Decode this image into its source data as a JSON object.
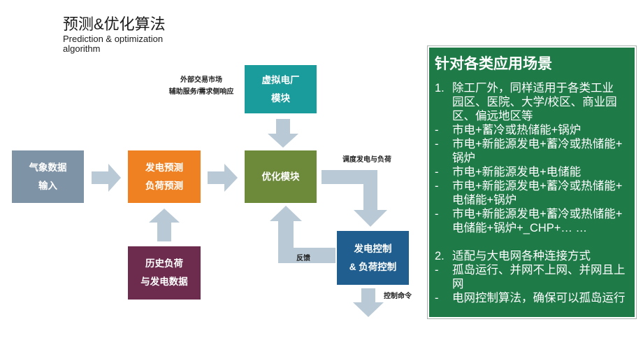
{
  "title": "预测&优化算法",
  "subtitle": "Prediction & optimization algorithm",
  "diagram": {
    "arrow_color": "#b9c9d5",
    "market_labels": [
      "外部交易市场",
      "辅助服务/需求侧响应"
    ],
    "boxes": {
      "weather": {
        "lines": [
          "气象数据",
          "输入"
        ],
        "color": "#7f93a6"
      },
      "forecast": {
        "lines": [
          "发电预测",
          "负荷预测"
        ],
        "color": "#f08122"
      },
      "optimization": {
        "lines": [
          "优化模块"
        ],
        "color": "#6c8a3a"
      },
      "vpp": {
        "lines": [
          "虚拟电厂",
          "模块"
        ],
        "color": "#1a9b9c"
      },
      "history": {
        "lines": [
          "历史负荷",
          "与发电数据"
        ],
        "color": "#6d2b4e"
      },
      "control": {
        "lines": [
          "发电控制",
          "& 负荷控制"
        ],
        "color": "#1f5e8e"
      }
    },
    "arrow_labels": {
      "dispatch": "调度发电与负荷",
      "feedback": "反馈",
      "command": "控制命令"
    }
  },
  "panel": {
    "title": "针对各类应用场景",
    "background": "#1e7a47",
    "items": [
      {
        "marker": "1.",
        "lines": [
          "除工厂外，同样适用于各类工业",
          "园区、医院、大学/校区、商业园",
          "区、偏远地区等"
        ]
      },
      {
        "marker": "-",
        "lines": [
          "市电+蓄冷或热储能+锅炉"
        ]
      },
      {
        "marker": "-",
        "lines": [
          "市电+新能源发电+蓄冷或热储能+",
          "锅炉"
        ]
      },
      {
        "marker": "-",
        "lines": [
          "市电+新能源发电+电储能"
        ]
      },
      {
        "marker": "-",
        "lines": [
          "市电+新能源发电+蓄冷或热储能+",
          "电储能+锅炉"
        ]
      },
      {
        "marker": "-",
        "lines": [
          "市电+新能源发电+蓄冷或热储能+",
          "电储能+锅炉+_CHP+… …"
        ]
      },
      {
        "marker": "2.",
        "lines": [
          "适配与大电网各种连接方式"
        ]
      },
      {
        "marker": "-",
        "lines": [
          "孤岛运行、并网不上网、并网且上",
          "网"
        ]
      },
      {
        "marker": "-",
        "lines": [
          "电网控制算法，确保可以孤岛运行"
        ]
      }
    ]
  }
}
